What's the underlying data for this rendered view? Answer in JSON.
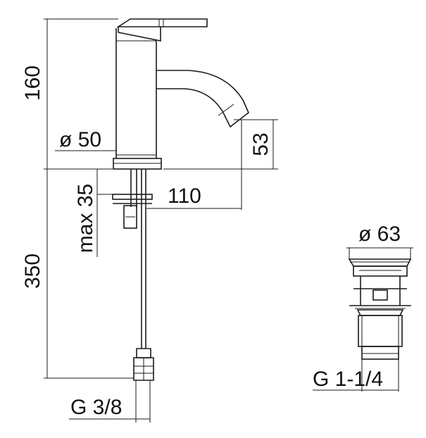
{
  "dimensions": {
    "faucet_height": "160",
    "base_diameter": "ø 50",
    "spout_height": "53",
    "max_deck_thickness": "max 35",
    "spout_reach": "110",
    "hose_length": "350",
    "hose_connection": "G 3/8"
  },
  "waste_valve": {
    "diameter": "ø 63",
    "thread": "G 1-1/4"
  },
  "colors": {
    "line": "#1a1a1a",
    "background": "#ffffff"
  }
}
